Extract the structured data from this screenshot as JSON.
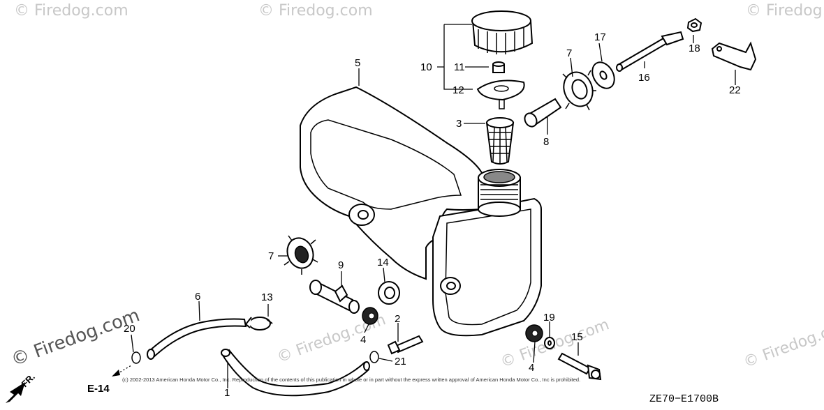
{
  "diagram": {
    "diagram_code": "ZE70−E1700B",
    "copyright_notice": "(c) 2002-2013 American Honda Motor Co., Inc. Reproduction of the contents of this publication in whole or in part without the express written approval of American Honda Motor Co., Inc is prohibited.",
    "direction_marker": "FR.",
    "page_ref": "E-14",
    "watermarks": [
      "© Firedog.com",
      "© Firedog.com",
      "© Firedog.com",
      "© Firedog.com",
      "© Firedog.com",
      "© Firedog.com"
    ],
    "callouts": {
      "c1": "1",
      "c2": "2",
      "c3": "3",
      "c4a": "4",
      "c4b": "4",
      "c5": "5",
      "c6": "6",
      "c7a": "7",
      "c7b": "7",
      "c8": "8",
      "c9": "9",
      "c10": "10",
      "c11": "11",
      "c12": "12",
      "c13": "13",
      "c14": "14",
      "c15": "15",
      "c16": "16",
      "c17": "17",
      "c18": "18",
      "c19": "19",
      "c20": "20",
      "c21": "21",
      "c22": "22"
    }
  }
}
